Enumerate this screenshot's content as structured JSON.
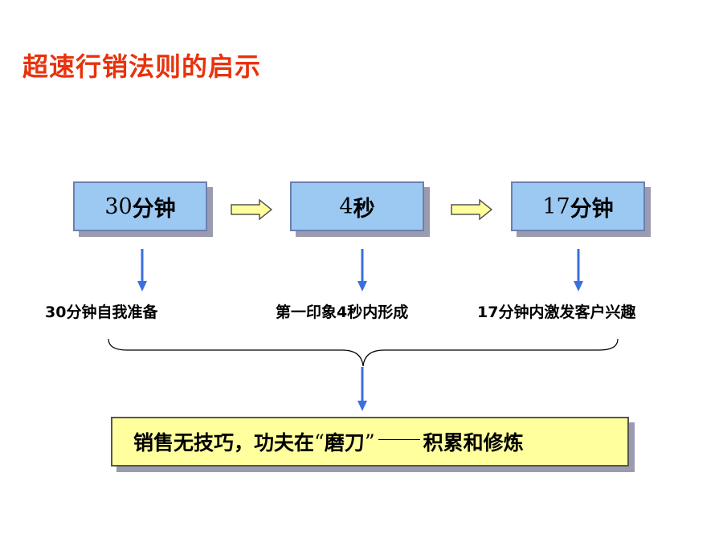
{
  "title": "超速行销法则的启示",
  "steps": [
    {
      "num": "30",
      "unit": "分钟",
      "desc": "30分钟自我准备"
    },
    {
      "num": "4 ",
      "unit": "秒",
      "desc": "第一印象4秒内形成"
    },
    {
      "num": "17",
      "unit": "分钟",
      "desc": "17分钟内激发客户兴趣"
    }
  ],
  "summary": {
    "part1": "销售无技巧，功夫在",
    "open_quote": "“",
    "highlight": "磨刀",
    "close_quote": "”",
    "part2": "积累和修炼"
  },
  "colors": {
    "title": "#e8320c",
    "step_box": "#9cc9f2",
    "summary_box": "#ffff9e",
    "arrow_down": "#3a6fe0",
    "arrow_right_fill": "#ffff9e"
  }
}
